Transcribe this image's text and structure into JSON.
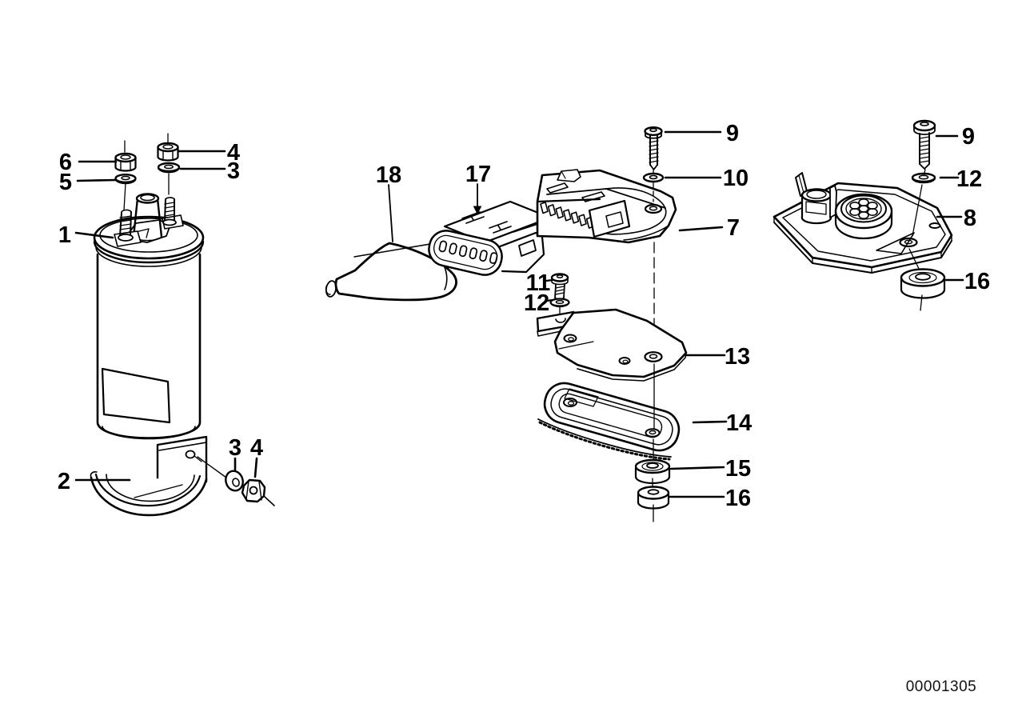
{
  "colors": {
    "line": "#000000",
    "background": "#ffffff"
  },
  "diagram": {
    "doc_number": "00001305",
    "callouts": [
      {
        "label": "6",
        "part": "hex-nut"
      },
      {
        "label": "5",
        "part": "spring-washer"
      },
      {
        "label": "1",
        "part": "ignition-coil"
      },
      {
        "label": "4",
        "part": "hex-nut"
      },
      {
        "label": "3",
        "part": "washer"
      },
      {
        "label": "2",
        "part": "coil-bracket"
      },
      {
        "label": "3",
        "part": "washer"
      },
      {
        "label": "4",
        "part": "hex-nut"
      },
      {
        "label": "18",
        "part": "rubber-boot"
      },
      {
        "label": "17",
        "part": "plug-connector"
      },
      {
        "label": "9",
        "part": "screw"
      },
      {
        "label": "10",
        "part": "washer"
      },
      {
        "label": "7",
        "part": "ignition-control-unit"
      },
      {
        "label": "11",
        "part": "screw"
      },
      {
        "label": "12",
        "part": "washer"
      },
      {
        "label": "13",
        "part": "mounting-bracket"
      },
      {
        "label": "14",
        "part": "base-plate"
      },
      {
        "label": "15",
        "part": "rubber-grommet"
      },
      {
        "label": "16",
        "part": "rubber-grommet"
      },
      {
        "label": "9",
        "part": "screw"
      },
      {
        "label": "12",
        "part": "washer"
      },
      {
        "label": "8",
        "part": "ignition-control-unit"
      },
      {
        "label": "16",
        "part": "rubber-grommet"
      }
    ]
  }
}
